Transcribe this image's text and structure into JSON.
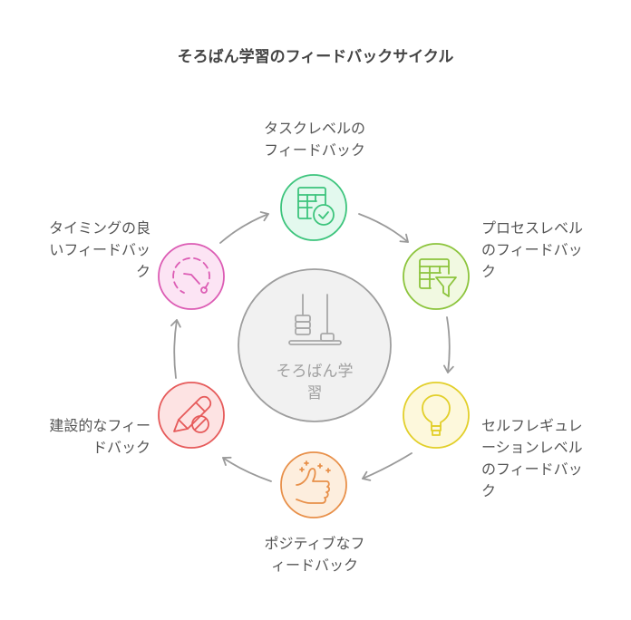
{
  "title": "そろばん学習のフィードバックサイクル",
  "center": {
    "label_line1": "そろばん学",
    "label_line2": "習",
    "icon": "abacus-icon",
    "color": "#9e9e9e",
    "fill": "#f1f1f1"
  },
  "nodes": [
    {
      "id": "task",
      "line1": "タスクレベルの",
      "line2": "フィードバック",
      "line3": "",
      "icon": "table-check-icon",
      "stroke": "#3cc47c",
      "fill": "#e3f9ee"
    },
    {
      "id": "process",
      "line1": "プロセスレベル",
      "line2": "のフィードバッ",
      "line3": "ク",
      "icon": "table-filter-icon",
      "stroke": "#8cc43c",
      "fill": "#f1f9e1"
    },
    {
      "id": "selfreg",
      "line1": "セルフレギュレ",
      "line2": "ーションレベル",
      "line3": "のフィードバッ",
      "line4": "ク",
      "icon": "lightbulb-icon",
      "stroke": "#e2cf2a",
      "fill": "#fdf8dc"
    },
    {
      "id": "positive",
      "line1": "ポジティブなフ",
      "line2": "ィードバック",
      "line3": "",
      "icon": "thumbs-up-icon",
      "stroke": "#e8904a",
      "fill": "#fdeede"
    },
    {
      "id": "constructive",
      "line1": "建設的なフィー",
      "line2": "ドバック",
      "line3": "",
      "icon": "pencil-eraser-icon",
      "stroke": "#e65a5a",
      "fill": "#fde3e3"
    },
    {
      "id": "timely",
      "line1": "タイミングの良",
      "line2": "いフィードバッ",
      "line3": "ク",
      "icon": "clock-dashed-icon",
      "stroke": "#dc5cb4",
      "fill": "#fce4f4"
    }
  ],
  "arrow_color": "#9a9a9a"
}
